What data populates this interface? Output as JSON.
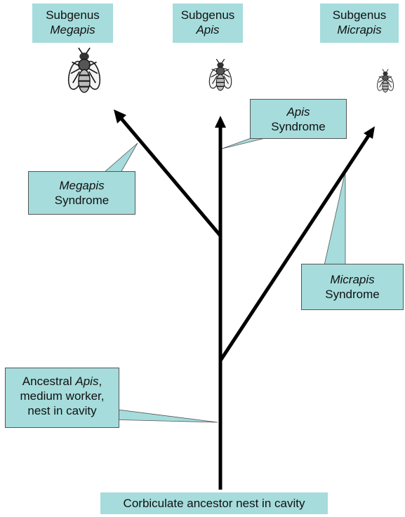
{
  "colors": {
    "callout": "#a6dcdc",
    "line": "#000000"
  },
  "subgenera": [
    {
      "prefix": "Subgenus",
      "name": "Megapis"
    },
    {
      "prefix": "Subgenus",
      "name": "Apis"
    },
    {
      "prefix": "Subgenus",
      "name": "Micrapis"
    }
  ],
  "callouts": {
    "apis": {
      "name": "Apis",
      "suffix": "Syndrome"
    },
    "megapis": {
      "name": "Megapis",
      "suffix": "Syndrome"
    },
    "micrapis": {
      "name": "Micrapis",
      "suffix": "Syndrome"
    },
    "ancestral": {
      "line1_prefix": "Ancestral ",
      "line1_italic": "Apis",
      "line1_suffix": ",",
      "line2": "medium worker,",
      "line3": "nest in cavity"
    }
  },
  "root_label": "Corbiculate ancestor nest in cavity",
  "icons": [
    "bee-megapis-icon",
    "bee-apis-icon",
    "bee-micrapis-icon"
  ]
}
